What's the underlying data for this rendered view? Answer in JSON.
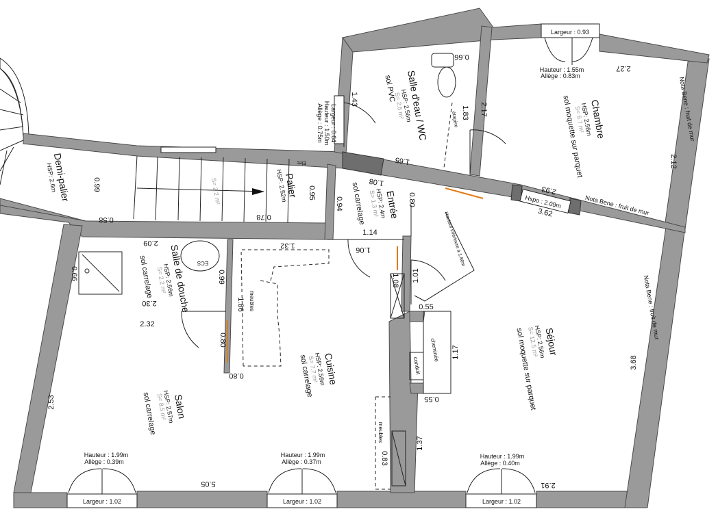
{
  "rooms": {
    "demi_palier": {
      "name": "Demi-palier",
      "hsp": "HSP: 2.6m",
      "dim_a": "0.99",
      "dim_b": "0.58"
    },
    "palier": {
      "name": "Palier",
      "hsp": "HSP: 2.52m",
      "area": "S= 2.2 m²",
      "dim_a": "0.95",
      "dim_b": "0.78",
      "tag": "Elec"
    },
    "salle_eau": {
      "name": "Salle d'eau / WC",
      "hsp": "HSP: 2.56m",
      "area": "S= 2.5 m²",
      "floor": "sol PVC",
      "shelf": "étagère",
      "dim_a": "0.66",
      "dim_b": "1.83",
      "dim_c": "2.17"
    },
    "chambre": {
      "name": "Chambre",
      "hsp": "HSP: 2.56m",
      "area": "S= 6.7 m²",
      "floor": "sol moquette sur parquet",
      "dim_a": "2.27",
      "dim_b": "2.12",
      "dim_c": "2.93",
      "note": "Nota Bene : fruit de mur"
    },
    "entree": {
      "name": "Entrée",
      "hsp": "HSP: 2.4m",
      "area": "S= 1.3 m²",
      "floor": "sol carrelage",
      "dim_a": "1.08",
      "dim_b": "0.80",
      "dim_c": "0.94",
      "dim_d": "1.14",
      "dim_e": "1.65"
    },
    "salle_douche": {
      "name": "Salle de douche",
      "hsp": "HSP: 2.56m",
      "area": "S= 2.2 m²",
      "floor": "sol carrelage",
      "dim_a": "2.09",
      "dim_b": "2.30",
      "dim_c": "0.99",
      "dim_d": "0.66",
      "dim_e": "2.32",
      "ecs": "ECS"
    },
    "cuisine": {
      "name": "Cuisine",
      "hsp": "HSP: 2.56m",
      "area": "S= 7.7 m²",
      "floor": "sol carrelage",
      "dim_a": "1.32",
      "dim_b": "1.86",
      "dim_c": "0.80",
      "dim_d": "0.80",
      "dim_e": "1.06",
      "dim_f": "1.08",
      "dim_g": "0.83",
      "meubles": "meubles"
    },
    "salon": {
      "name": "Salon",
      "hsp": "HSP: 2.57m",
      "area": "S= 8.5 m²",
      "floor": "sol carrelage",
      "dim_a": "2.53",
      "dim_b": "5.05"
    },
    "sejour": {
      "name": "Séjour",
      "hsp": "HSP: 2.56m",
      "area": "S= 12.5 m²",
      "floor": "sol moquette sur parquet",
      "dim_a": "3.62",
      "dim_b": "3.68",
      "dim_c": "2.91",
      "dim_d": "1.01",
      "dim_e": "0.55",
      "dim_f": "0.55",
      "dim_g": "1.17",
      "dim_h": "1.37",
      "cheminee": "cheminée",
      "conduit": "conduit",
      "note": "Nota Bene : fruit de mur",
      "hauteur_note": "Hauteur inférieure à 1.80m"
    }
  },
  "hspo": "Hspo : 2.09m",
  "windows": {
    "top": {
      "largeur": "Largeur : 0.93",
      "hauteur": "Hauteur : 1.55m",
      "allege": "Allège : 0.83m"
    },
    "wc": {
      "largeur": "Largeur : 0.64",
      "hauteur": "Hauteur : 1.50m",
      "allege": "Allège : 0.75m",
      "dim": "1.43"
    },
    "salon": {
      "largeur": "Largeur : 1.02",
      "hauteur": "Hauteur : 1.99m",
      "allege": "Allège : 0.39m"
    },
    "cuisine": {
      "largeur": "Largeur : 1.02",
      "hauteur": "Hauteur : 1.99m",
      "allege": "Allège : 0.37m"
    },
    "sejour": {
      "largeur": "Largeur : 1.02",
      "hauteur": "Hauteur : 1.99m",
      "allege": "Allège : 0.40m"
    }
  },
  "colors": {
    "wall": "#9a9a9a",
    "wall_dark": "#6e6e6e",
    "radiator": "#e07b16"
  }
}
